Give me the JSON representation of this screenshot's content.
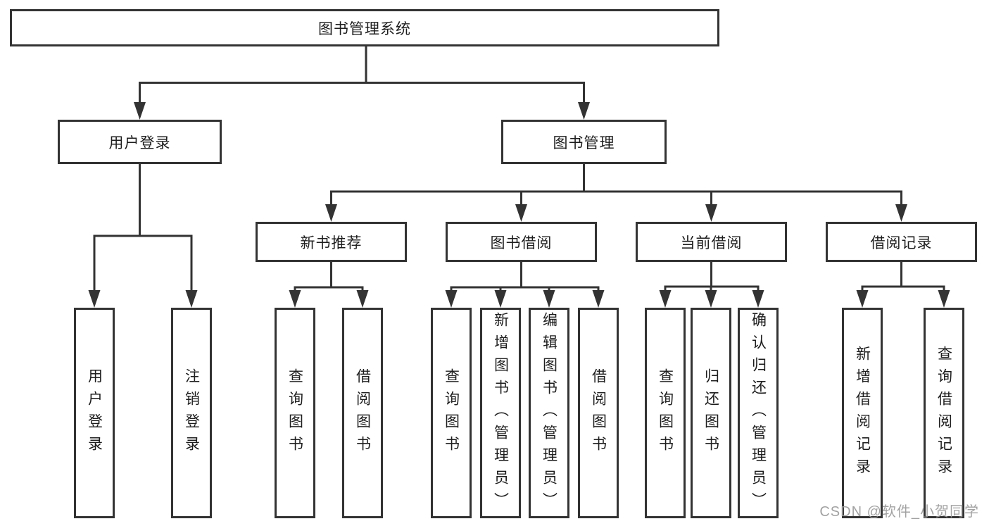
{
  "diagram": {
    "root": {
      "label": "图书管理系统",
      "children": [
        {
          "label": "用户登录",
          "children": [
            {
              "label": "用户登录"
            },
            {
              "label": "注销登录"
            }
          ]
        },
        {
          "label": "图书管理",
          "children": [
            {
              "label": "新书推荐",
              "children": [
                {
                  "label": "查询图书"
                },
                {
                  "label": "借阅图书"
                }
              ]
            },
            {
              "label": "图书借阅",
              "children": [
                {
                  "label": "查询图书"
                },
                {
                  "label": "新增图书（管理员）"
                },
                {
                  "label": "编辑图书（管理员）"
                },
                {
                  "label": "借阅图书"
                }
              ]
            },
            {
              "label": "当前借阅",
              "children": [
                {
                  "label": "查询图书"
                },
                {
                  "label": "归还图书"
                },
                {
                  "label": "确认归还（管理员）"
                }
              ]
            },
            {
              "label": "借阅记录",
              "children": [
                {
                  "label": "新增借阅记录"
                },
                {
                  "label": "查询借阅记录"
                }
              ]
            }
          ]
        }
      ]
    }
  },
  "watermark": {
    "text": "CSDN @软件_小贺同学"
  },
  "colors": {
    "line": "#333333",
    "box_border": "#333333",
    "text": "#1d1d1d",
    "watermark": "#9b9b9b",
    "background": "#ffffff"
  }
}
